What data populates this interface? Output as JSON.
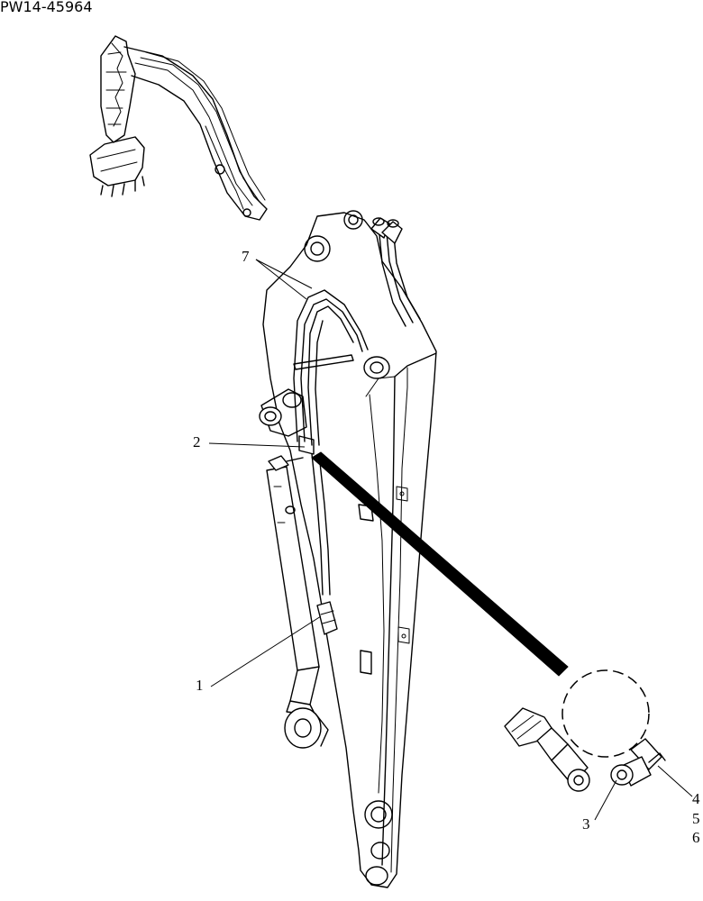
{
  "drawing_ref": "PW14-45964",
  "callouts": {
    "c1": "1",
    "c2": "2",
    "c3": "3",
    "c4": "4",
    "c5": "5",
    "c6": "6",
    "c7": "7"
  }
}
